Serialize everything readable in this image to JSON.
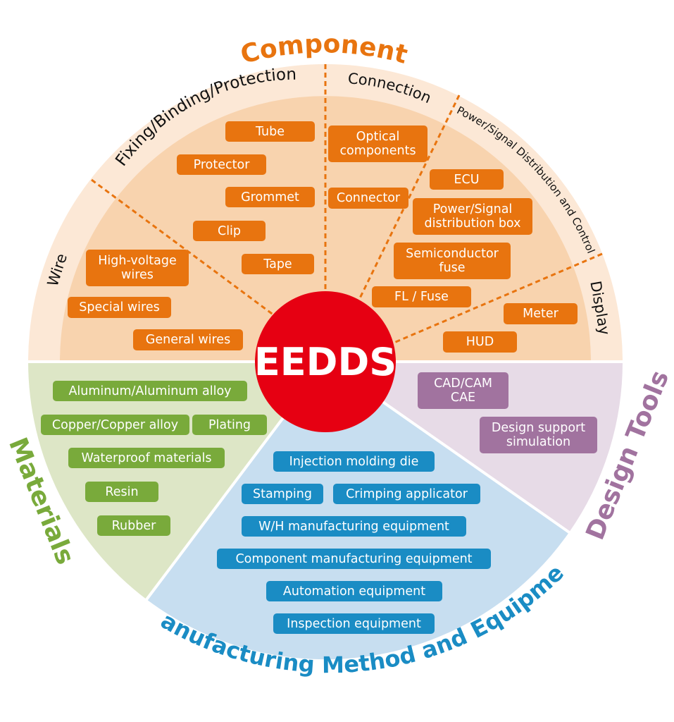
{
  "center": {
    "label": "EEDDS"
  },
  "sections": {
    "component": {
      "title": "Component",
      "subsections": {
        "wire": "Wire",
        "fixing": "Fixing/Binding/Protection",
        "connection": "Connection",
        "power": "Power/Signal Distribution and Control",
        "display": "Display"
      },
      "items": {
        "high_voltage_wires": "High-voltage\nwires",
        "special_wires": "Special wires",
        "general_wires": "General wires",
        "tube": "Tube",
        "protector": "Protector",
        "grommet": "Grommet",
        "clip": "Clip",
        "tape": "Tape",
        "optical_components": "Optical\ncomponents",
        "connector": "Connector",
        "ecu": "ECU",
        "power_signal_box": "Power/Signal\ndistribution box",
        "semiconductor_fuse": "Semiconductor\nfuse",
        "fl_fuse": "FL / Fuse",
        "meter": "Meter",
        "hud": "HUD"
      }
    },
    "materials": {
      "title": "Materials",
      "items": {
        "aluminum": "Aluminum/Aluminum alloy",
        "copper": "Copper/Copper alloy",
        "plating": "Plating",
        "waterproof": "Waterproof materials",
        "resin": "Resin",
        "rubber": "Rubber"
      }
    },
    "manufacturing": {
      "title": "Manufacturing Method and Equipment",
      "items": {
        "injection": "Injection molding die",
        "stamping": "Stamping",
        "crimping": "Crimping applicator",
        "wh_equipment": "W/H manufacturing equipment",
        "component_equipment": "Component manufacturing equipment",
        "automation": "Automation equipment",
        "inspection": "Inspection equipment"
      }
    },
    "design_tools": {
      "title": "Design Tools",
      "items": {
        "cad": "CAD/CAM\nCAE",
        "design_support": "Design support\nsimulation"
      }
    }
  },
  "colors": {
    "component_outer": "#fce8d6",
    "component_inner": "#f8d3ae",
    "component_title": "#e8740f",
    "materials_fill": "#dde6c6",
    "materials_title": "#79aa3b",
    "manufacturing_fill": "#c7def0",
    "manufacturing_title": "#1a8cc4",
    "design_fill": "#e7dbe7",
    "design_title": "#a1739f",
    "center_fill": "#e60012"
  }
}
